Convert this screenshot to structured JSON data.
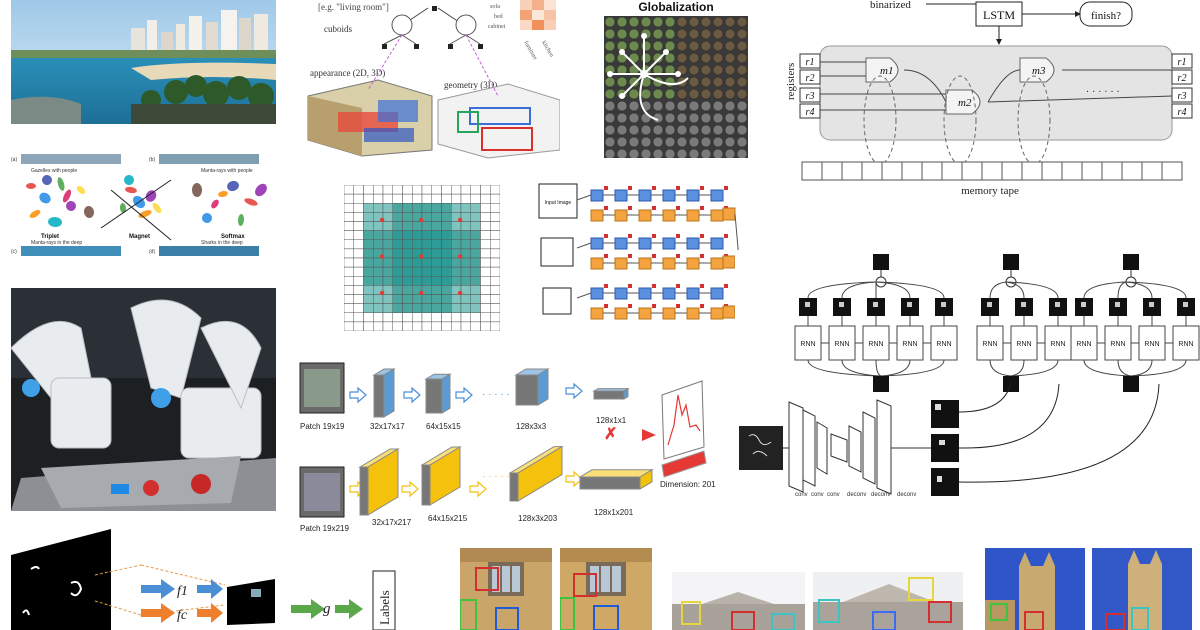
{
  "scene_graph": {
    "query": "[e.g. \"living room\"]",
    "cuboids_label": "cuboids",
    "appearance_label": "appearance (2D, 3D)",
    "geometry_label": "geometry (3D)",
    "objects": [
      "sofa",
      "bed",
      "cabinet"
    ],
    "columns": [
      "furniture",
      "kitchen"
    ]
  },
  "globalization": {
    "title": "Globalization"
  },
  "lstm_diagram": {
    "top_label": "binarized",
    "lstm_label": "LSTM",
    "finish_label": "finish?",
    "registers_label": "registers",
    "registers": [
      "r1",
      "r2",
      "r3",
      "r4"
    ],
    "modules": [
      "m1",
      "m2",
      "m3"
    ],
    "ellipsis": ". . . . . .",
    "tape_label": "memory tape"
  },
  "embedding": {
    "panels": [
      "Triplet",
      "Magnet",
      "Softmax"
    ],
    "captions": [
      "Gazelles with people",
      "Manta-rays with people",
      "Manta-rays in the deep",
      "Sharks in the deep"
    ],
    "markers": [
      "(a)",
      "(b)",
      "(c)",
      "(d)"
    ]
  },
  "pipeline_diagram": {
    "input_label": "Input Image"
  },
  "rnn_diagram": {
    "rnn_label": "RNN",
    "encoder_labels": [
      "conv",
      "conv",
      "conv",
      "deconv",
      "deconv",
      "deconv"
    ]
  },
  "patch_diagram": {
    "top_patch": "Patch 19x19",
    "top_layers": [
      "32x17x17",
      "64x15x15",
      "128x3x3",
      "128x1x1"
    ],
    "bottom_patch": "Patch 19x219",
    "bottom_layers": [
      "32x17x217",
      "64x15x215",
      "128x3x203",
      "128x1x201"
    ],
    "dimension_label": "Dimension: 201",
    "dots": "· · · · ·"
  },
  "multi_branch": {
    "f1": "f1",
    "fc": "fc",
    "g": "g",
    "labels": "Labels"
  },
  "colors": {
    "teal": "#2e9c96",
    "teal_dark": "#1f7f7a",
    "yellow": "#f4c20d",
    "blue_block": "#5b9bd5",
    "orange": "#f08a24",
    "green_arrow": "#5aa84a"
  }
}
